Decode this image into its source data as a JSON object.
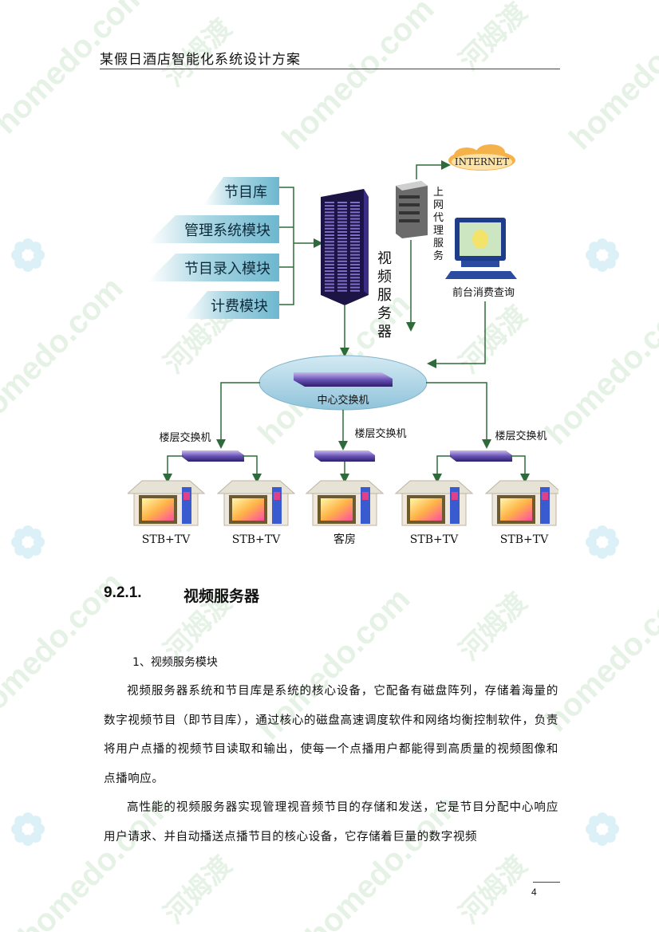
{
  "header": {
    "title": "某假日酒店智能化系统设计方案"
  },
  "diagram": {
    "modules": [
      "节目库",
      "管理系统模块",
      "节目录入模块",
      "计费模块"
    ],
    "video_server": "视\n频\n服\n务\n器",
    "video_server_chars": [
      "视",
      "频",
      "服",
      "务",
      "器"
    ],
    "internet": "INTERNET",
    "proxy_chars": [
      "上",
      "网",
      "代",
      "理",
      "服",
      "务"
    ],
    "front_desk": "前台消费查询",
    "center_switch": "中心交换机",
    "floor_switch": "楼层交换机",
    "endpoints": [
      "STB+TV",
      "STB+TV",
      "客房",
      "STB+TV",
      "STB+TV"
    ]
  },
  "section": {
    "number": "9.2.1.",
    "title": "视频服务器"
  },
  "subheading": "1、视频服务模块",
  "paragraphs": [
    "视频服务器系统和节目库是系统的核心设备，它配备有磁盘阵列，存储着海量的数字视频节目（即节目库），通过核心的磁盘高速调度软件和网络均衡控制软件，负责将用户点播的视频节目读取和输出，使每一个点播用户都能得到高质量的视频图像和点播响应。",
    "高性能的视频服务器实现管理视音频节目的存储和发送，它是节目分配中心响应用户请求、并自动播送点播节目的核心设备，它存储着巨量的数字视频"
  ],
  "watermark": {
    "text1": "homedo.com",
    "text2": "河姆渡"
  },
  "page_number": "4"
}
